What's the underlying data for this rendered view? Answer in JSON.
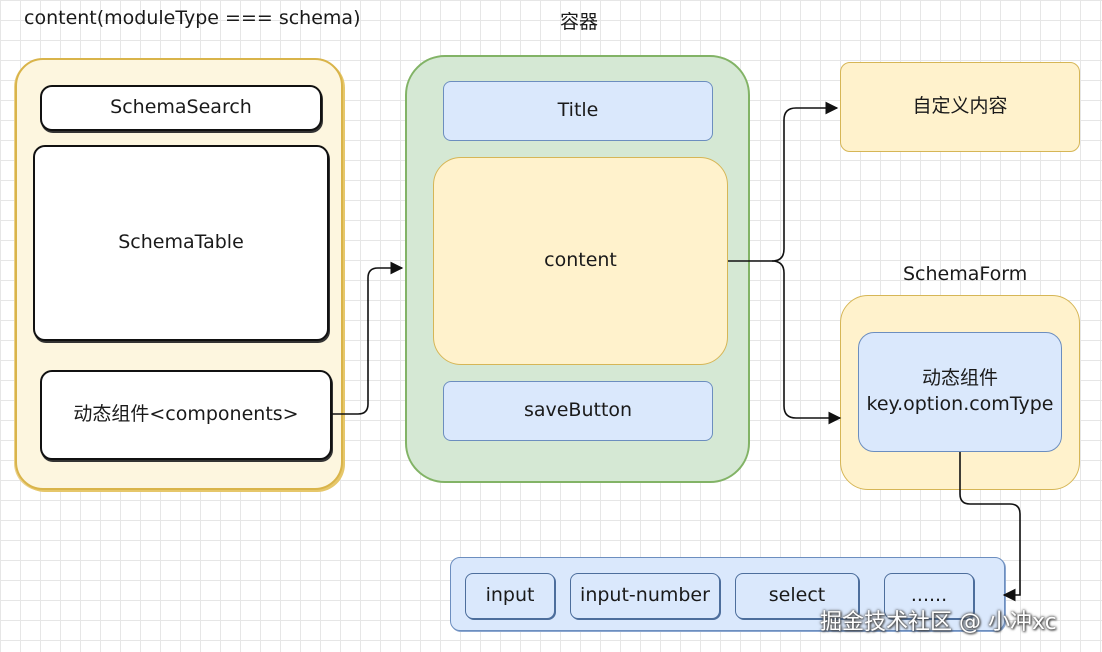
{
  "labels": {
    "content_title": "content(moduleType === schema)",
    "container_title": "容器",
    "schemaform_title": "SchemaForm"
  },
  "left_panel": {
    "search": "SchemaSearch",
    "table": "SchemaTable",
    "dynamic": "动态组件<components>"
  },
  "container": {
    "title": "Title",
    "content": "content",
    "save": "saveButton"
  },
  "right": {
    "custom": "自定义内容",
    "dynamic_line1": "动态组件",
    "dynamic_line2": "key.option.comType"
  },
  "components": [
    "input",
    "input-number",
    "select",
    "......"
  ],
  "watermark": "掘金技术社区 @ 小冲xc",
  "colors": {
    "green_fill": "#d5e8d4",
    "green_stroke": "#82b366",
    "blue_fill": "#dae8fc",
    "blue_stroke": "#6c8ebf",
    "yellow_fill": "#fff2cc",
    "yellow_stroke": "#d6b656"
  }
}
